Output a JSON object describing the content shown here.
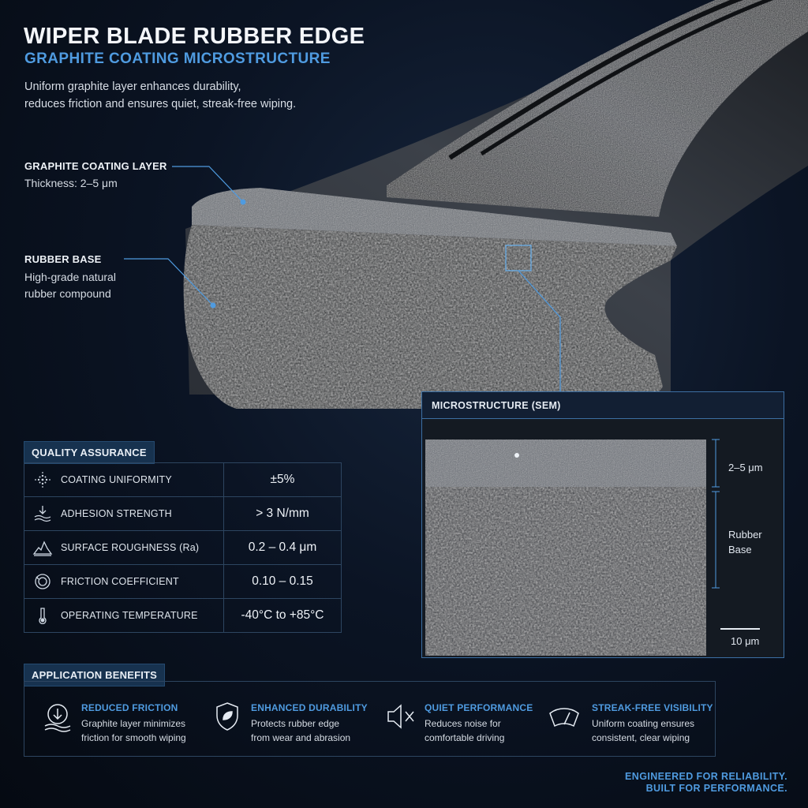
{
  "header": {
    "title": "WIPER BLADE RUBBER EDGE",
    "subtitle": "GRAPHITE COATING MICROSTRUCTURE",
    "intro_line1": "Uniform graphite layer enhances durability,",
    "intro_line2": "reduces friction and ensures quiet, streak-free wiping."
  },
  "callouts": {
    "coating": {
      "title": "GRAPHITE COATING LAYER",
      "text": "Thickness: 2–5 μm"
    },
    "rubber": {
      "title": "RUBBER BASE",
      "text_line1": "High-grade natural",
      "text_line2": "rubber compound"
    }
  },
  "sem_panel": {
    "title": "MICROSTRUCTURE (SEM)",
    "coating_label": "2–5 μm",
    "base_label_line1": "Rubber",
    "base_label_line2": "Base",
    "scale_label": "10 μm"
  },
  "quality": {
    "heading": "QUALITY ASSURANCE",
    "rows": [
      {
        "icon": "dotted-circle-icon",
        "label": "COATING UNIFORMITY",
        "value": "±5%"
      },
      {
        "icon": "arrow-down-waves-icon",
        "label": "ADHESION STRENGTH",
        "value": "> 3 N/mm"
      },
      {
        "icon": "surface-peak-icon",
        "label": "SURFACE ROUGHNESS (Ra)",
        "value": "0.2 – 0.4 μm"
      },
      {
        "icon": "friction-ring-icon",
        "label": "FRICTION COEFFICIENT",
        "value": "0.10 – 0.15"
      },
      {
        "icon": "thermometer-icon",
        "label": "OPERATING TEMPERATURE",
        "value": "-40°C to +85°C"
      }
    ]
  },
  "benefits": {
    "heading": "APPLICATION BENEFITS",
    "items": [
      {
        "icon": "down-arrow-circle-icon",
        "title": "REDUCED FRICTION",
        "line1": "Graphite layer minimizes",
        "line2": "friction for smooth wiping"
      },
      {
        "icon": "shield-leaf-icon",
        "title": "ENHANCED DURABILITY",
        "line1": "Protects rubber edge",
        "line2": "from wear and abrasion"
      },
      {
        "icon": "speaker-mute-icon",
        "title": "QUIET PERFORMANCE",
        "line1": "Reduces noise for",
        "line2": "comfortable driving"
      },
      {
        "icon": "windshield-wiper-icon",
        "title": "STREAK-FREE VISIBILITY",
        "line1": "Uniform coating ensures",
        "line2": "consistent, clear wiping"
      }
    ]
  },
  "footer": {
    "line1": "ENGINEERED FOR RELIABILITY.",
    "line2": "BUILT FOR PERFORMANCE."
  },
  "colors": {
    "accent": "#4f9be0",
    "background": "#0b1424",
    "border": "#2d4560"
  }
}
